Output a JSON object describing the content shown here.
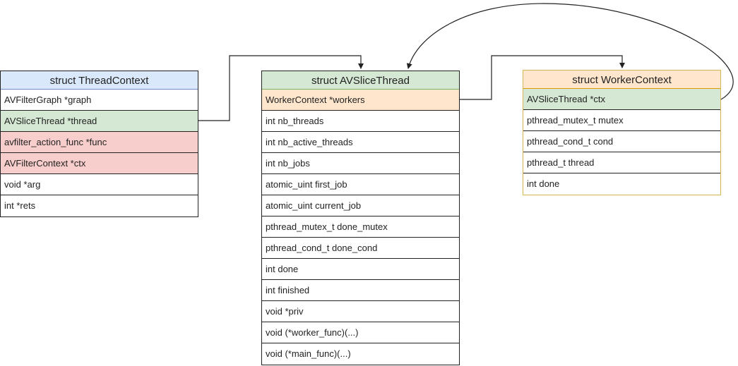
{
  "thread_context": {
    "title": "struct ThreadContext",
    "rows": [
      "AVFilterGraph *graph",
      "AVSliceThread *thread",
      "avfilter_action_func *func",
      "AVFilterContext *ctx",
      "void *arg",
      "int   *rets"
    ]
  },
  "slice_thread": {
    "title": "struct AVSliceThread",
    "rows": [
      "WorkerContext   *workers",
      "int nb_threads",
      "int nb_active_threads",
      "int nb_jobs",
      "atomic_uint     first_job",
      "atomic_uint     current_job",
      "pthread_mutex_t done_mutex",
      "pthread_cond_t  done_cond",
      "int done",
      "int finished",
      "void *priv",
      "void  (*worker_func)(...)",
      "void  (*main_func)(...)"
    ]
  },
  "worker_context": {
    "title": "struct WorkerContext",
    "rows": [
      "AVSliceThread    *ctx",
      "pthread_mutex_t mutex",
      "pthread_cond_t  cond",
      "pthread_t       thread",
      "int             done"
    ]
  },
  "colors": {
    "blue_header": "#dae8fc",
    "green": "#d5e8d4",
    "orange": "#ffe6cc",
    "red": "#f8cecc",
    "line": "#222222"
  }
}
